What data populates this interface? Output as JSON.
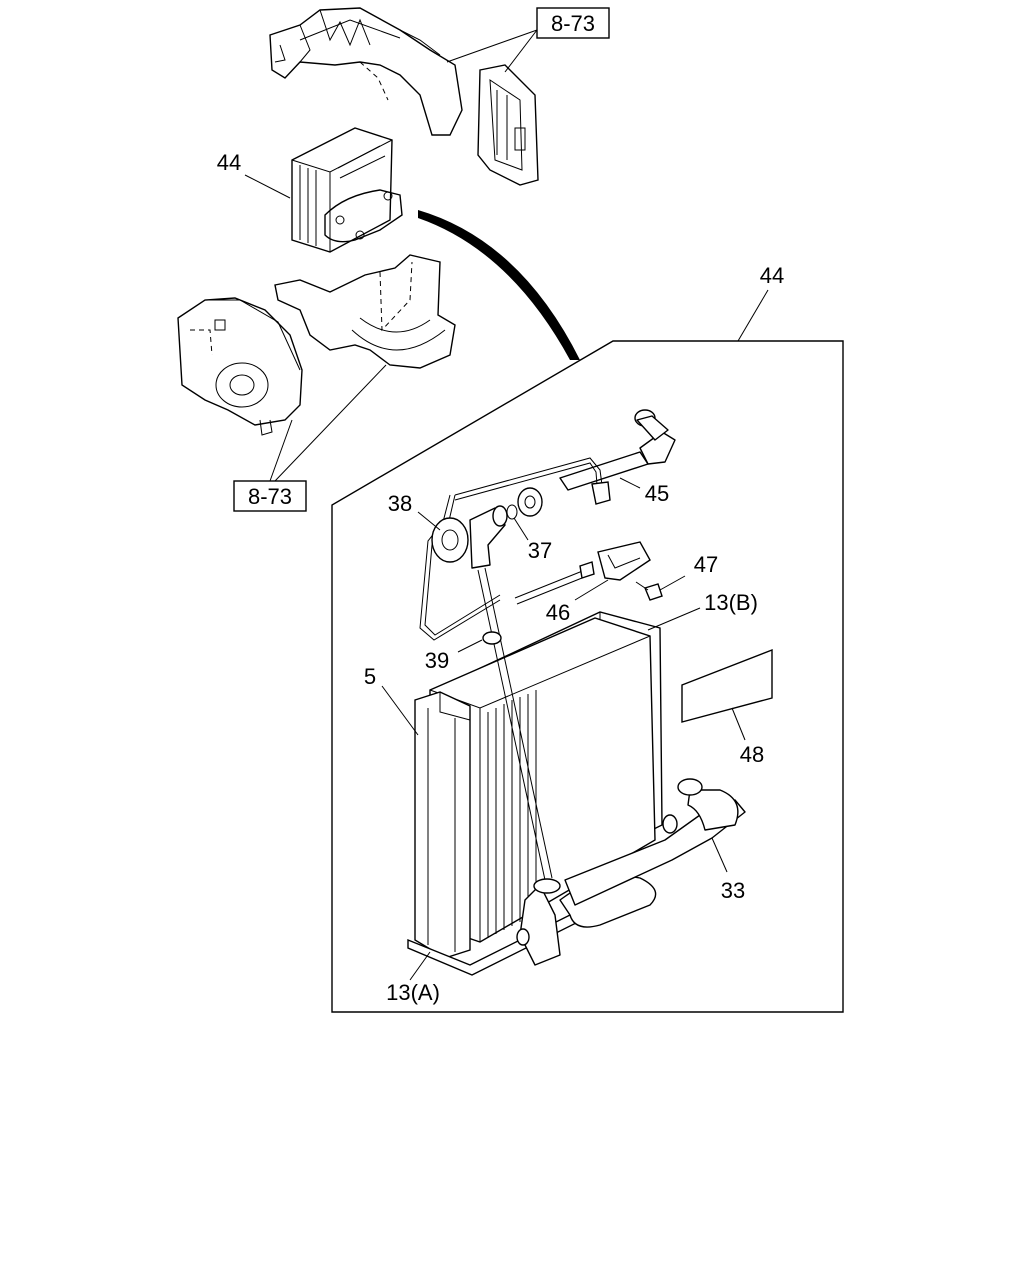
{
  "labels": {
    "ref_top": "8-73",
    "ref_bottom": "8-73",
    "evap_assembly": "44",
    "detail_assembly": "44",
    "core": "5",
    "case_a": "13(A)",
    "case_b": "13(B)",
    "pipe_33": "33",
    "o_ring_37": "37",
    "valve_38": "38",
    "o_ring_39": "39",
    "pipe_45": "45",
    "sensor_46": "46",
    "screw_47": "47",
    "seal_48": "48"
  },
  "colors": {
    "ink": "#000000",
    "paper": "#ffffff"
  }
}
